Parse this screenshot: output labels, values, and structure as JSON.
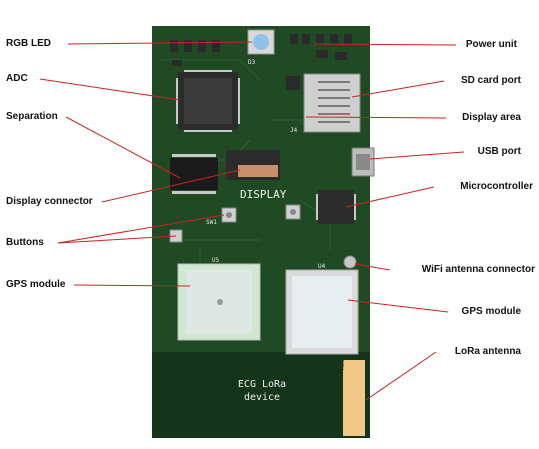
{
  "labels": {
    "rgb_led": "RGB LED",
    "adc": "ADC",
    "separation": "Separation",
    "display_connector": "Display connector",
    "buttons": "Buttons",
    "gps_module_left": "GPS module",
    "power_unit": "Power unit",
    "sd_card_port": "SD card port",
    "display_area": "Display area",
    "usb_port": "USB port",
    "microcontroller": "Microcontroller",
    "wifi_antenna_connector": "WiFi antenna connector",
    "gps_module_right": "GPS module",
    "lora_antenna": "LoRa antenna"
  },
  "board": {
    "silk_display": "DISPLAY",
    "device_line1": "ECG LoRa",
    "device_line2": "device",
    "ref_d3": "D3",
    "ref_u5": "U5",
    "ref_u4": "U4",
    "ref_j4": "J4",
    "ref_ae2": "AE2",
    "ref_sw1": "SW1"
  },
  "colors": {
    "pcb": "#1f4a24",
    "pcb_dark": "#153a1b",
    "leader": "#cc2222"
  }
}
